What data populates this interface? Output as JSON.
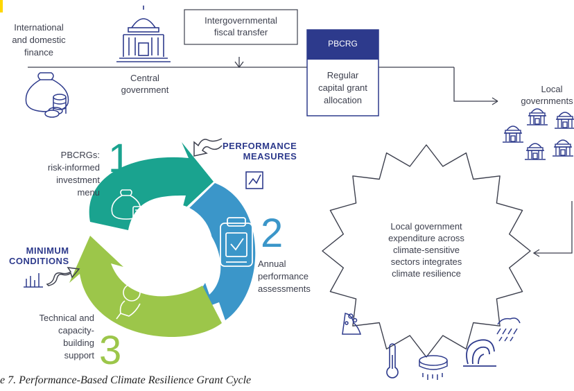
{
  "flow": {
    "finance_label": [
      "International",
      "and domestic",
      "finance"
    ],
    "central_label": [
      "Central",
      "government"
    ],
    "transfer_label": [
      "Intergovernmental",
      "fiscal transfer"
    ],
    "pbcrg_label": "PBCRG",
    "regular_label": [
      "Regular",
      "capital grant",
      "allocation"
    ],
    "local_label": [
      "Local",
      "governments"
    ]
  },
  "cycle": {
    "step1": {
      "number": "1",
      "label": [
        "PBCRGs:",
        "risk-informed",
        "investment",
        "menu"
      ]
    },
    "step2": {
      "number": "2",
      "label": [
        "Annual",
        "performance",
        "assessments"
      ]
    },
    "step3": {
      "number": "3",
      "label": [
        "Technical and",
        "capacity-",
        "building",
        "support"
      ]
    },
    "performance_measures": [
      "PERFORMANCE",
      "MEASURES"
    ],
    "minimum_conditions": [
      "MINIMUM",
      "CONDITIONS"
    ]
  },
  "sun_text": [
    "Local government",
    "expenditure across",
    "climate-sensitive",
    "sectors integrates",
    "climate resilience"
  ],
  "caption": "e 7. Performance-Based Climate Resilience Grant Cycle",
  "colors": {
    "segment1": "#1aa38f",
    "segment2": "#3b96c9",
    "segment3": "#9cc64a",
    "navy": "#2d3a8c",
    "line": "#3c3f4d",
    "highlight": "#ffd700"
  },
  "icons": [
    "money-bag-coins-icon",
    "government-building-icon",
    "money-bag-icon",
    "clipboard-check-icon",
    "hand-sapling-icon",
    "chart-icon",
    "bar-chart-arrow-icon",
    "landslide-icon",
    "thermometer-icon",
    "flood-icon",
    "wave-icon",
    "storm-icon"
  ]
}
